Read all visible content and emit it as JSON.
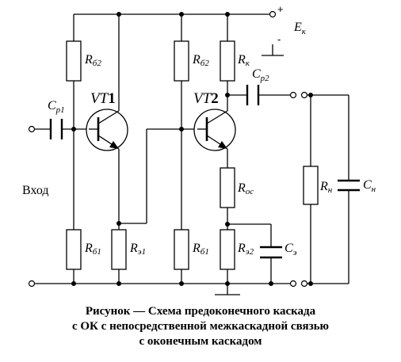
{
  "labels": {
    "supply": {
      "main": "E",
      "sub": "к",
      "plus": "+",
      "minus": "-"
    },
    "vt1": {
      "main": "VT",
      "num": "1"
    },
    "vt2": {
      "main": "VT",
      "num": "2"
    },
    "cp1": {
      "main": "C",
      "sub": "р1"
    },
    "cp2": {
      "main": "C",
      "sub": "р2"
    },
    "ce": {
      "main": "C",
      "sub": "э"
    },
    "cn": {
      "main": "C",
      "sub": "н"
    },
    "rb2_left": {
      "main": "R",
      "sub": "б2"
    },
    "rb2_mid": {
      "main": "R",
      "sub": "б2"
    },
    "rk": {
      "main": "R",
      "sub": "к"
    },
    "rb1_left": {
      "main": "R",
      "sub": "б1"
    },
    "re1": {
      "main": "R",
      "sub": "э1"
    },
    "rb1_mid": {
      "main": "R",
      "sub": "б1"
    },
    "roc": {
      "main": "R",
      "sub": "ос"
    },
    "re2": {
      "main": "R",
      "sub": "э2"
    },
    "rn": {
      "main": "R",
      "sub": "н"
    },
    "input": "Вход"
  },
  "caption": [
    "Рисунок — Схема предоконечного каскада",
    "с ОК с непосредственной межкаскадной связью",
    "с оконечным каскадом"
  ]
}
